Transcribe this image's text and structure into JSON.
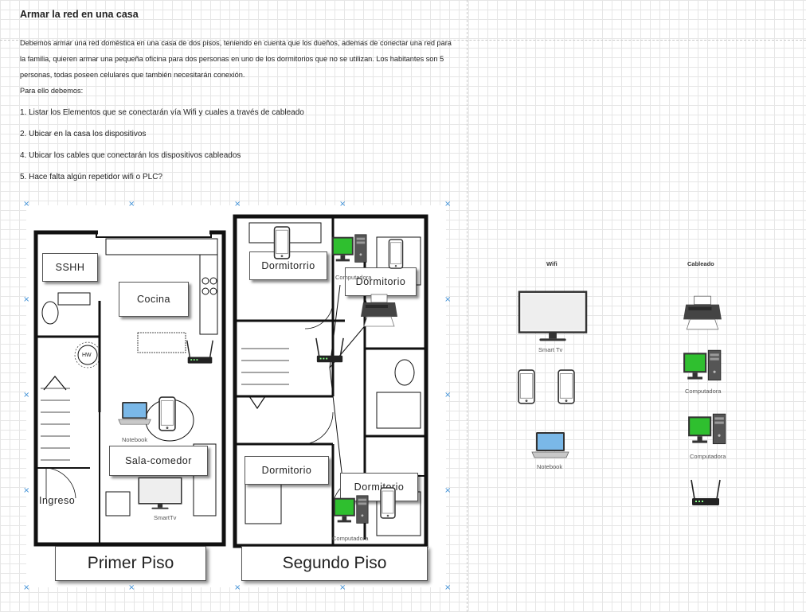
{
  "title": "Armar la red en una casa",
  "intro": "Debemos armar una red doméstica en una casa de dos pisos, teniendo en cuenta que los dueños, ademas de conectar una red para la familia, quieren armar una pequeña oficina para dos personas en uno de los dormitorios que no se utilizan. Los habitantes son 5 personas, todas poseen celulares que también necesitarán conexión.",
  "para_ello": "Para ello debemos:",
  "tasks": [
    "1. Listar los Elementos que se conectarán vía Wifi y cuales a través de cableado",
    "2. Ubicar en la casa los dispositivos",
    "4. Ubicar los cables que conectarán los dispositivos cableados",
    "5. Hace falta algún repetidor wifi o PLC?"
  ],
  "plan": {
    "rooms": {
      "ssHH": "SSHH",
      "cocina": "Cocina",
      "sala": "Sala-comedor",
      "ingreso": "Ingreso",
      "dorm1": "Dormitorrio",
      "dorm2": "Dormitorio",
      "dorm3": "Dormitorio",
      "dorm4": "Dormitorio"
    },
    "hw": "HW",
    "floors": {
      "first": "Primer Piso",
      "second": "Segundo Piso"
    },
    "device_labels": {
      "notebook": "Notebook",
      "smarttv": "SmartTv",
      "computadora_top": "Computadora",
      "computadora_bottom": "Computadora"
    }
  },
  "legend": {
    "wifi_title": "Wifi",
    "cable_title": "Cableado",
    "smart_tv": "Smart Tv",
    "notebook": "Notebook",
    "computadora_1": "Computadora",
    "computadora_2": "Computadora"
  },
  "icons": [
    "router-icon",
    "printer-icon",
    "computer-icon",
    "smartphone-icon",
    "laptop-icon",
    "tv-icon"
  ],
  "colors": {
    "screen_green": "#2fbf2f",
    "handle_blue": "#3b8ed6"
  }
}
